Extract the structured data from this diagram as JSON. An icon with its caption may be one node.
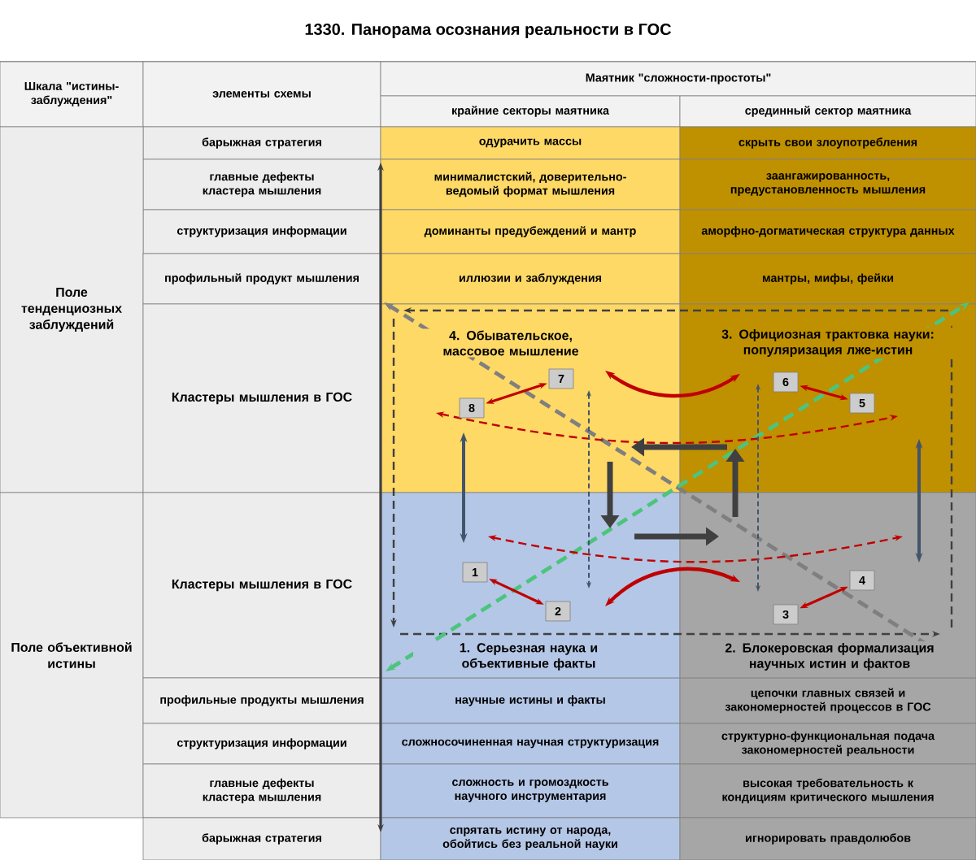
{
  "diagram": {
    "title": "1330. Панорама осознания реальности в ГОС",
    "nodes": [
      {
        "text": [
          "4. Обывательское, массовое мышление"
        ]
      },
      {
        "text": [
          "3. Официозная трактовка науки: популяризация лже-истин"
        ]
      },
      {
        "text": [
          "7"
        ]
      },
      {
        "text": [
          "6"
        ]
      },
      {
        "text": [
          "8"
        ]
      },
      {
        "text": [
          "5"
        ]
      },
      {
        "text": [
          "1"
        ]
      },
      {
        "text": [
          "4"
        ]
      },
      {
        "text": [
          "2"
        ]
      },
      {
        "text": [
          "3"
        ]
      },
      {
        "text": [
          "1. Серьезная наука и объективные факты"
        ]
      },
      {
        "text": [
          "2. Блокеровская формализация научных истин и фактов"
        ]
      }
    ],
    "edges": [
      {
        "from": 2,
        "to": 4,
        "arrow": "both"
      },
      {
        "from": 3,
        "to": 5,
        "arrow": "both"
      },
      {
        "from": 6,
        "to": 8,
        "arrow": "both"
      },
      {
        "from": 7,
        "to": 9,
        "arrow": "both"
      }
    ],
    "labels": [
      "Шкала \"истины-заблуждения\"",
      "элементы схемы",
      "Маятник \"сложности-простоты\"",
      "крайние секторы маятника",
      "срединный сектор маятника",
      "барыжная стратегия",
      "одурачить массы",
      "скрыть свои злоупотребления",
      "главные дефекты кластера мышления",
      "минималистский, доверительно-ведомый формат мышления",
      "заангажированность, предустановленность мышления",
      "структуризация информации",
      "доминанты предубеждений и мантр",
      "аморфно-догматическая структура данных",
      "Поле тенденциозных заблуждений",
      "профильный продукт мышления",
      "иллюзии и заблуждения",
      "мантры, мифы, фейки",
      "Кластеры мышления в ГОС",
      "Поле объективной истины",
      "Кластеры мышления в ГОС",
      "профильные продукты мышления",
      "научные истины и факты",
      "цепочки главных связей и закономерностей процессов в ГОС",
      "структуризация информации",
      "сложносочиненная научная структуризация",
      "структурно-функциональная подача закономерностей реальности",
      "главные дефекты кластера мышления",
      "сложность и громоздкость научного инструментария",
      "высокая требовательность к кондициям критического мышления",
      "барыжная стратегия",
      "спрятать истину от народа, обойтись без реальной науки",
      "игнорировать правдолюбов"
    ]
  }
}
